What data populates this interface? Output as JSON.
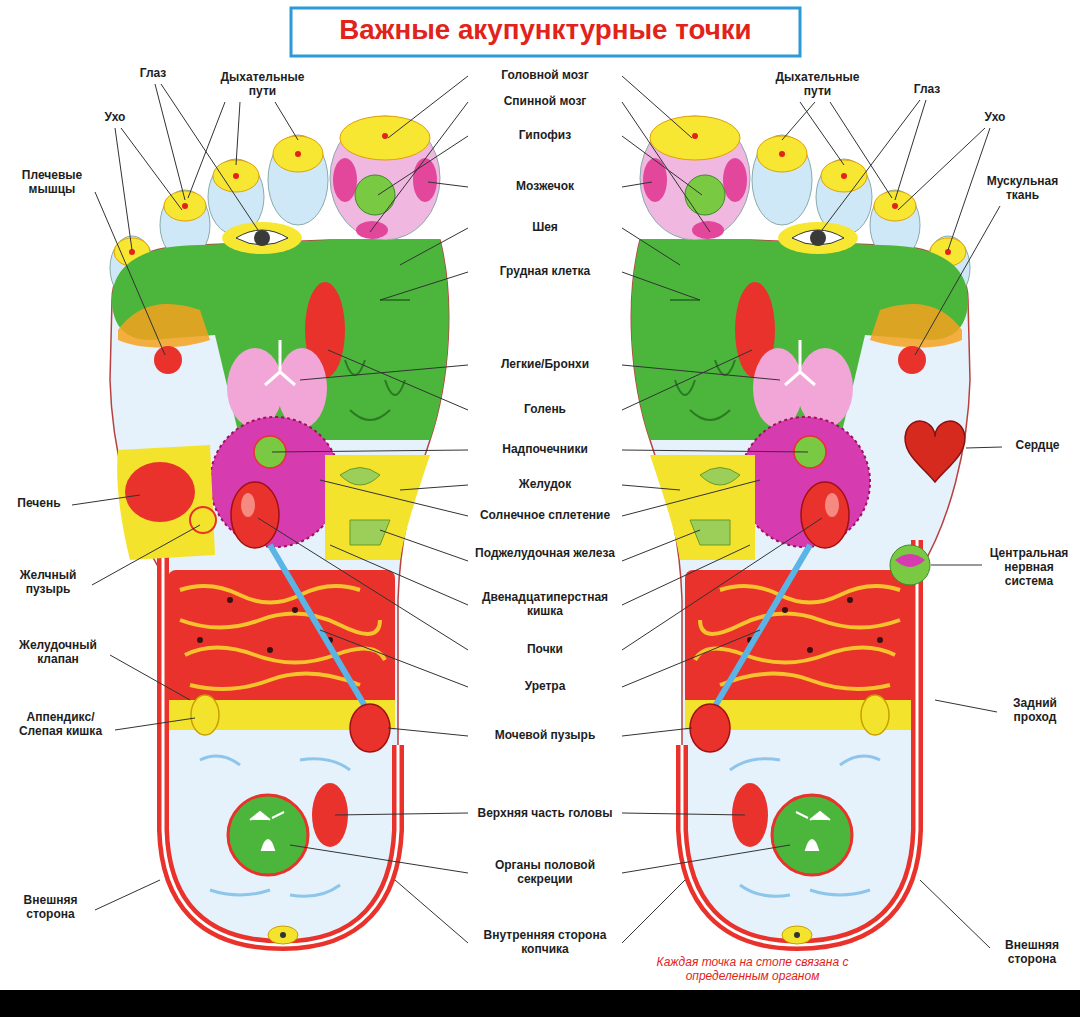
{
  "diagram": {
    "title": "Важные акупунктурные точки",
    "caption": "Каждая точка на стопе связана с определенным органом",
    "labels": [
      "Глаз",
      "Дыхательные пути",
      "Ухо",
      "Плечевые мышцы",
      "Печень",
      "Желчный пузырь",
      "Желудочный клапан",
      "Аппендикс/ Слепая кишка",
      "Внешняя сторона",
      "Головной мозг",
      "Спинной мозг",
      "Гипофиз",
      "Мозжечок",
      "Шея",
      "Грудная клетка",
      "Легкие/Бронхи",
      "Голень",
      "Надпочечники",
      "Желудок",
      "Солнечное сплетение",
      "Поджелудочная железа",
      "Двенадцатиперстная кишка",
      "Почки",
      "Уретра",
      "Мочевой пузырь",
      "Верхняя часть головы",
      "Органы половой секреции",
      "Внутренняя сторона копчика",
      "Дыхательные пути",
      "Глаз",
      "Ухо",
      "Мускульная ткань",
      "Сердце",
      "Центральная нервная система",
      "Задний проход",
      "Внешняя сторона"
    ]
  }
}
